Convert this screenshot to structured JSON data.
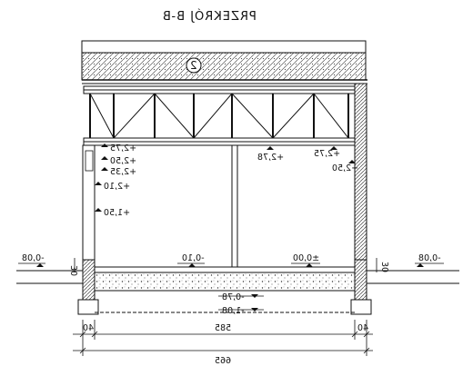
{
  "drawing": {
    "title": "PRZEKRÓJ B-B",
    "truss_label": "2",
    "colors": {
      "line": "#111111",
      "fill_wall": "#ffffff",
      "hatch": "#333333"
    }
  },
  "levels_left": [
    "+2,75",
    "+2,50",
    "+2,35",
    "+2,10",
    "+1,50"
  ],
  "levels_left_top": "+2,75",
  "levels_mid": "+2,78",
  "levels_right": [
    "+2,75",
    "+2,50"
  ],
  "floor": {
    "left": "-0,10",
    "right": "±0,00"
  },
  "ground": {
    "left": "-0,08",
    "right": "-0,08"
  },
  "plinth_height": "30",
  "foundation": {
    "upper": "-0,78",
    "lower": "-1,08"
  },
  "dimensions": {
    "wall_left": "40",
    "interior": "585",
    "wall_right": "40",
    "total": "665"
  }
}
